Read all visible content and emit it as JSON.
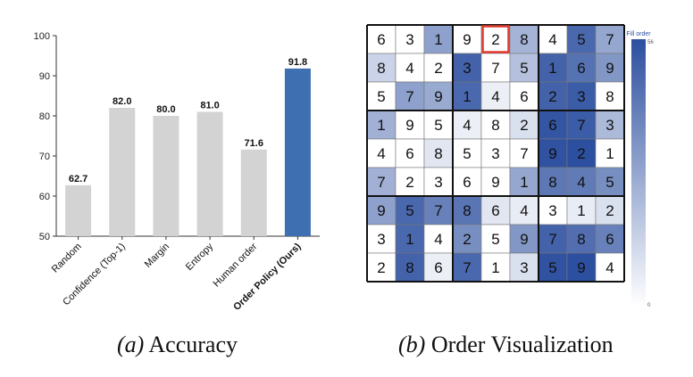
{
  "chart_data": [
    {
      "type": "bar",
      "categories": [
        "Random",
        "Confidence (Top-1)",
        "Margin",
        "Entropy",
        "Human order",
        "Order Policy (Ours)"
      ],
      "values": [
        62.7,
        82.0,
        80.0,
        81.0,
        71.6,
        91.8
      ],
      "value_labels": [
        "62.7",
        "82.0",
        "80.0",
        "81.0",
        "71.6",
        "91.8"
      ],
      "highlight_index": 5,
      "ylim": [
        50,
        100
      ],
      "yticks": [
        50,
        60,
        70,
        80,
        90,
        100
      ],
      "colors": {
        "default": "#d3d3d3",
        "highlight": "#3d6fb1"
      },
      "grid": false
    },
    {
      "type": "heatmap",
      "digits": [
        [
          6,
          3,
          1,
          9,
          2,
          8,
          4,
          5,
          7
        ],
        [
          8,
          4,
          2,
          3,
          7,
          5,
          1,
          6,
          9
        ],
        [
          5,
          7,
          9,
          1,
          4,
          6,
          2,
          3,
          8
        ],
        [
          1,
          9,
          5,
          4,
          8,
          2,
          6,
          7,
          3
        ],
        [
          4,
          6,
          8,
          5,
          3,
          7,
          9,
          2,
          1
        ],
        [
          7,
          2,
          3,
          6,
          9,
          1,
          8,
          4,
          5
        ],
        [
          9,
          5,
          7,
          8,
          6,
          4,
          3,
          1,
          2
        ],
        [
          3,
          1,
          4,
          2,
          5,
          9,
          7,
          8,
          6
        ],
        [
          2,
          8,
          6,
          7,
          1,
          3,
          5,
          9,
          4
        ]
      ],
      "fill_order": [
        [
          0,
          0,
          30,
          0,
          0,
          24,
          0,
          48,
          28
        ],
        [
          14,
          0,
          0,
          50,
          0,
          20,
          50,
          45,
          33
        ],
        [
          0,
          30,
          27,
          48,
          5,
          0,
          50,
          52,
          0
        ],
        [
          25,
          0,
          0,
          5,
          0,
          10,
          54,
          52,
          22
        ],
        [
          0,
          0,
          8,
          0,
          0,
          0,
          55,
          56,
          0
        ],
        [
          25,
          0,
          0,
          0,
          0,
          28,
          43,
          42,
          36
        ],
        [
          30,
          48,
          40,
          44,
          8,
          6,
          0,
          6,
          10
        ],
        [
          0,
          48,
          0,
          36,
          0,
          33,
          50,
          46,
          40
        ],
        [
          0,
          50,
          5,
          48,
          0,
          10,
          55,
          56,
          0
        ]
      ],
      "highlight_cell": [
        0,
        4
      ],
      "colorbar": {
        "label": "Fill order",
        "max_label": "56",
        "min_label": "0",
        "min": 0,
        "max": 56,
        "color_low": "#ffffff",
        "color_high": "#2c4f9f"
      },
      "highlight_color": "#e03a2f"
    }
  ],
  "captions": {
    "left_prefix": "(a)",
    "left_text": " Accuracy",
    "right_prefix": "(b)",
    "right_text": " Order Visualization"
  }
}
